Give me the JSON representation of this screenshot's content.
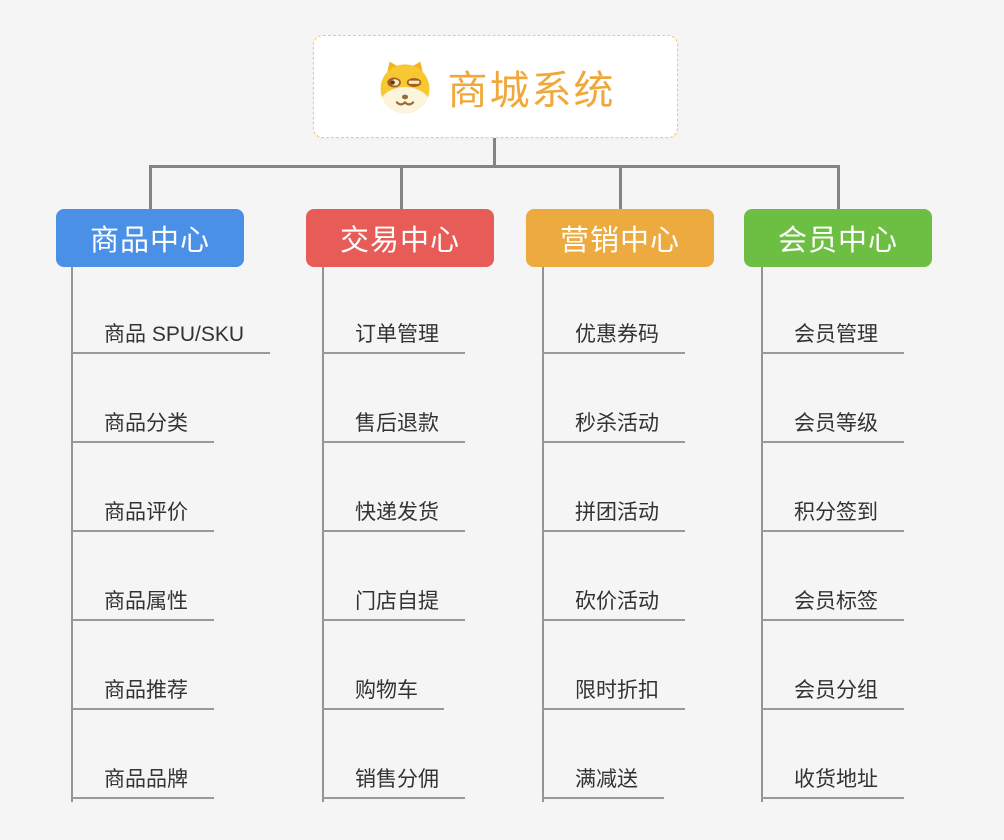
{
  "root": {
    "title": "商城系统",
    "title_color": "#f0a83a",
    "border_color": "#f3c879",
    "icon": "dog-face-icon"
  },
  "line_color": "#848484",
  "background_color": "#f5f5f5",
  "branches": [
    {
      "label": "商品中心",
      "color": "#4a90e6",
      "items": [
        "商品 SPU/SKU",
        "商品分类",
        "商品评价",
        "商品属性",
        "商品推荐",
        "商品品牌"
      ]
    },
    {
      "label": "交易中心",
      "color": "#e85c58",
      "items": [
        "订单管理",
        "售后退款",
        "快递发货",
        "门店自提",
        "购物车",
        "销售分佣"
      ]
    },
    {
      "label": "营销中心",
      "color": "#edaa3e",
      "items": [
        "优惠券码",
        "秒杀活动",
        "拼团活动",
        "砍价活动",
        "限时折扣",
        "满减送"
      ]
    },
    {
      "label": "会员中心",
      "color": "#6dbf43",
      "items": [
        "会员管理",
        "会员等级",
        "积分签到",
        "会员标签",
        "会员分组",
        "收货地址"
      ]
    }
  ]
}
